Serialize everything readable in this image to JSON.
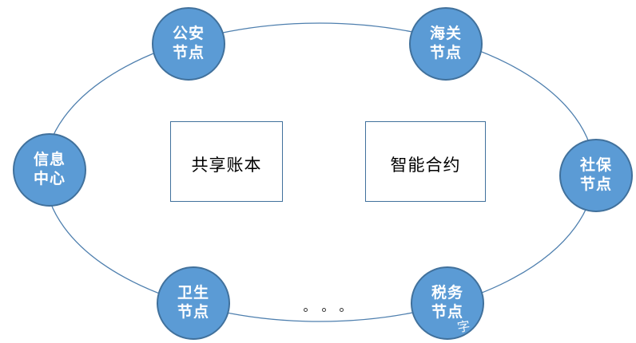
{
  "diagram": {
    "nodes": [
      {
        "id": "public-security",
        "label": "公安\n节点"
      },
      {
        "id": "customs",
        "label": "海关\n节点"
      },
      {
        "id": "info-center",
        "label": "信息\n中心"
      },
      {
        "id": "social-security",
        "label": "社保\n节点"
      },
      {
        "id": "health",
        "label": "卫生\n节点"
      },
      {
        "id": "tax",
        "label": "税务\n节点"
      }
    ],
    "center_boxes": [
      {
        "id": "shared-ledger",
        "label": "共享账本"
      },
      {
        "id": "smart-contract",
        "label": "智能合约"
      }
    ],
    "ellipsis_dot_count": 3,
    "watermark": "字",
    "colors": {
      "node_fill": "#5B9BD5",
      "node_border": "#41719C",
      "node_text": "#FFFFFF",
      "ring_stroke": "#4E7FAE",
      "box_border": "#41719C",
      "box_text": "#000000"
    }
  }
}
